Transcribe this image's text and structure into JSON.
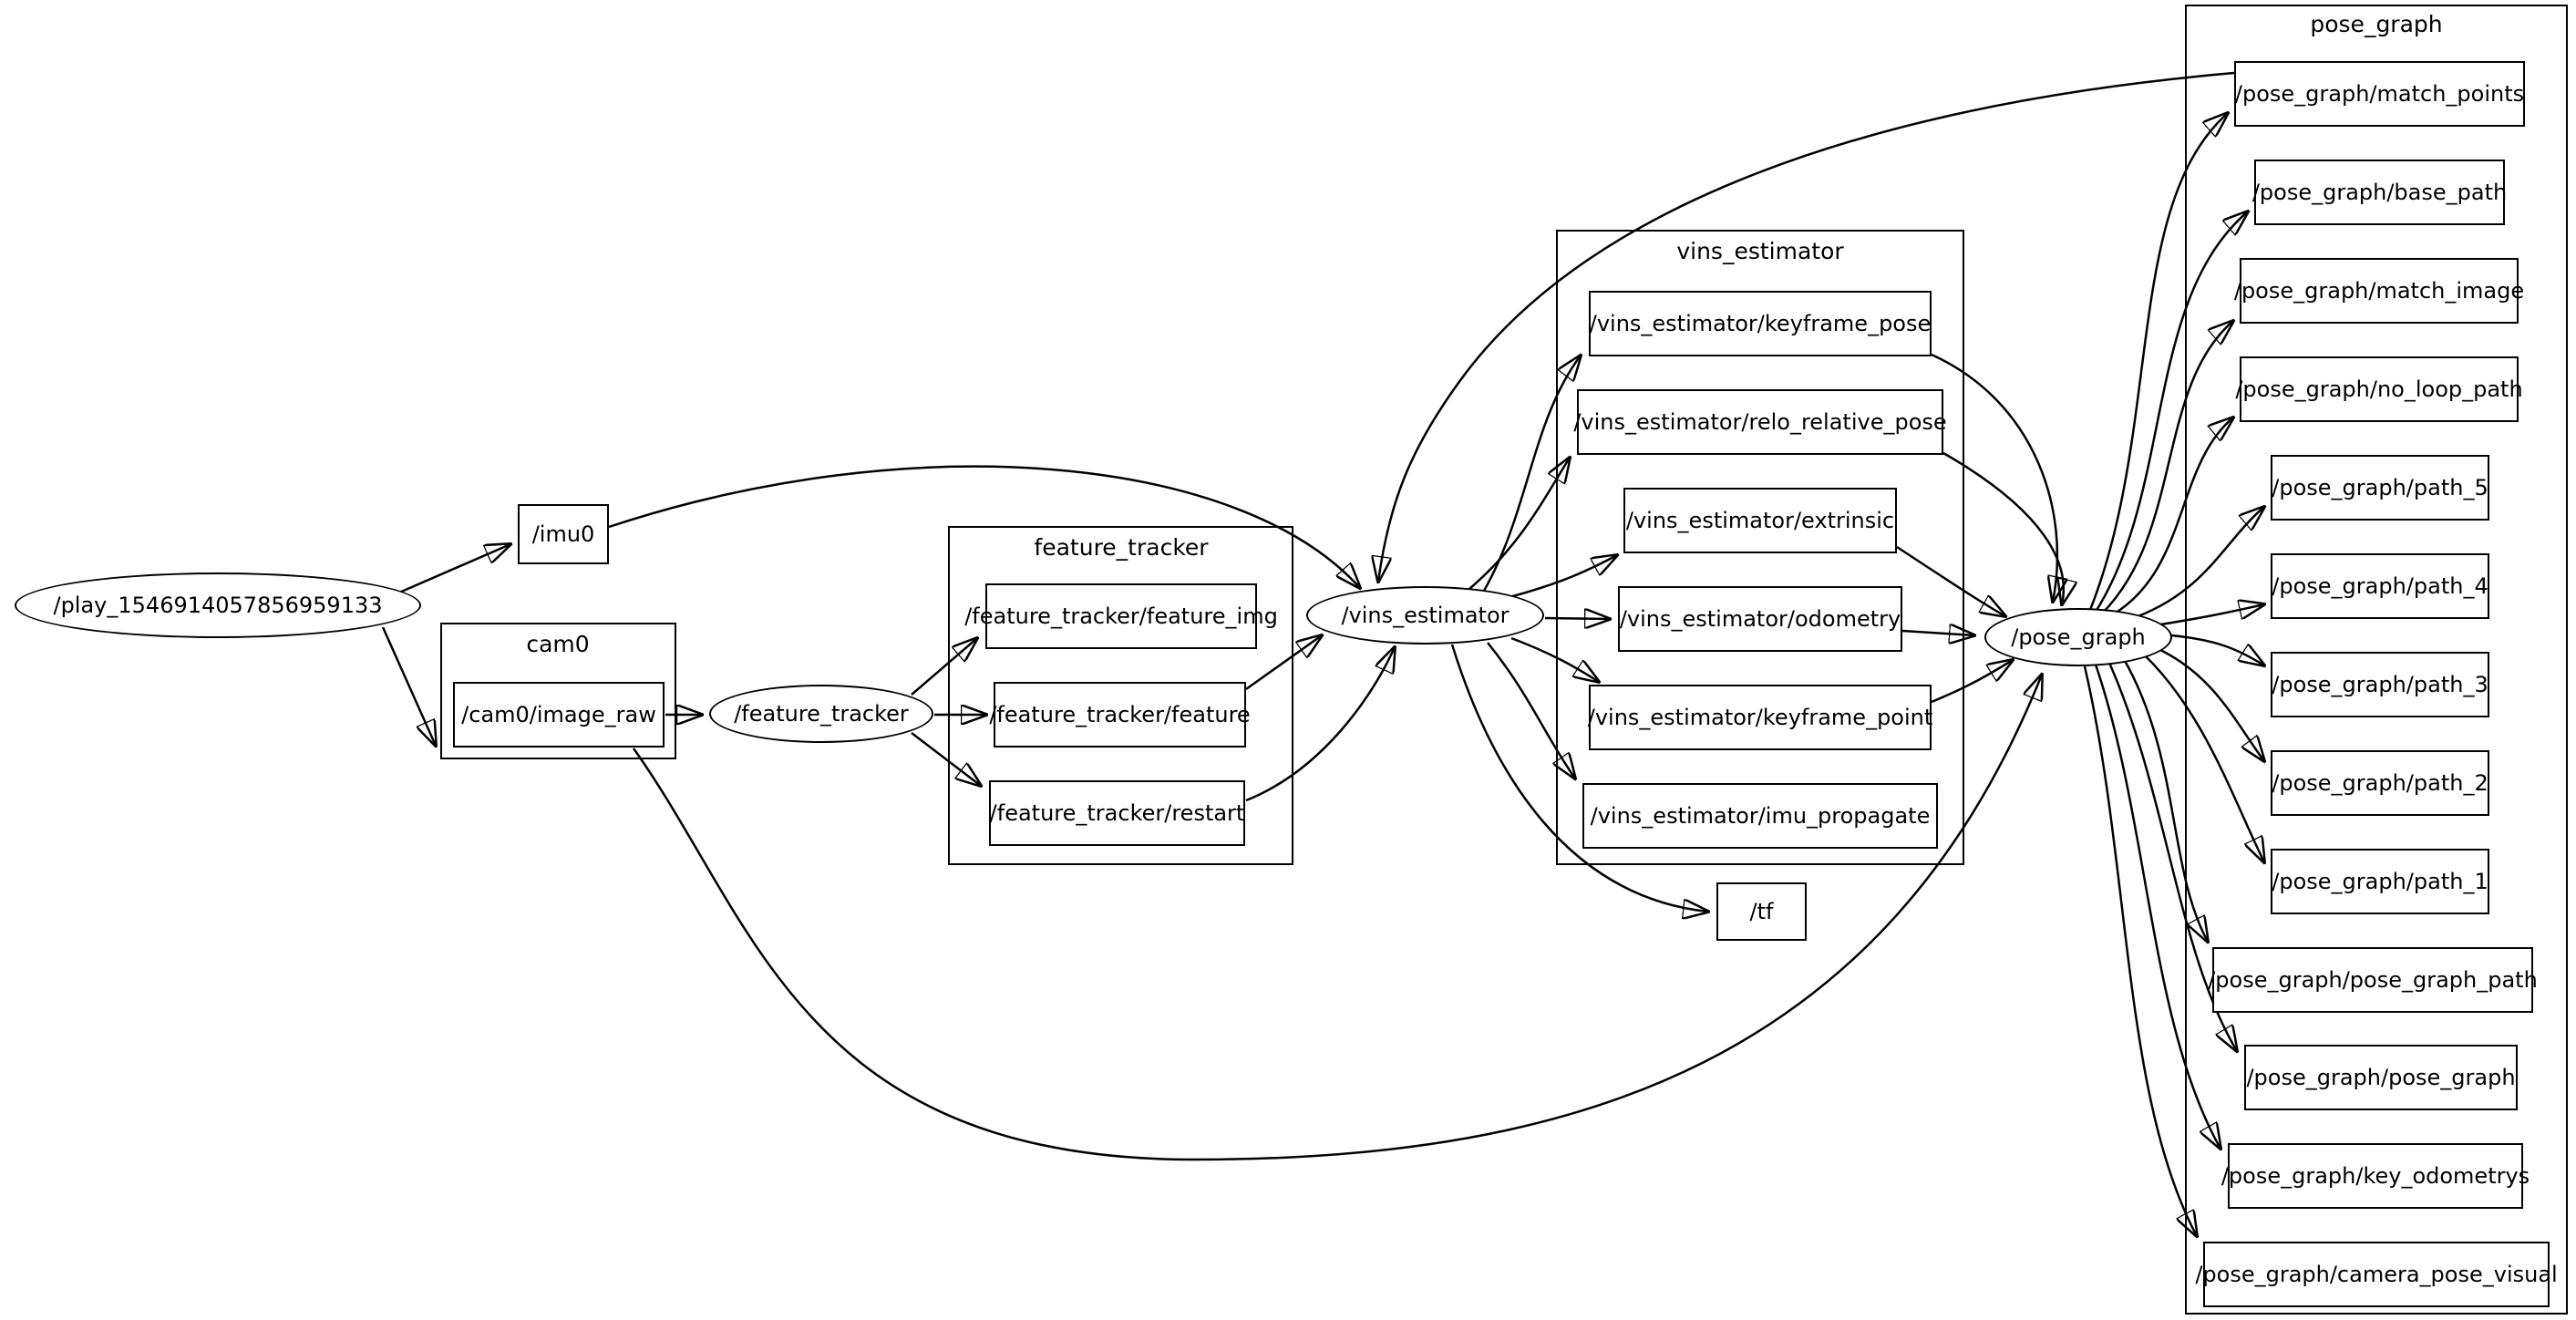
{
  "graph_tool": "rqt_graph",
  "colors": {
    "background": "#ffffff",
    "stroke": "#000000",
    "text": "#000000"
  },
  "nodes": {
    "play": "/play_1546914057856959133",
    "feature_tracker": "/feature_tracker",
    "vins_estimator": "/vins_estimator",
    "pose_graph": "/pose_graph"
  },
  "clusters": {
    "cam0": {
      "label": "cam0"
    },
    "feature_tracker": {
      "label": "feature_tracker"
    },
    "vins_estimator": {
      "label": "vins_estimator"
    },
    "pose_graph": {
      "label": "pose_graph"
    }
  },
  "topics": {
    "imu0": "/imu0",
    "cam0_image_raw": "/cam0/image_raw",
    "ft_feature_img": "/feature_tracker/feature_img",
    "ft_feature": "/feature_tracker/feature",
    "ft_restart": "/feature_tracker/restart",
    "ve_keyframe_pose": "/vins_estimator/keyframe_pose",
    "ve_relo_relative_pose": "/vins_estimator/relo_relative_pose",
    "ve_extrinsic": "/vins_estimator/extrinsic",
    "ve_odometry": "/vins_estimator/odometry",
    "ve_keyframe_point": "/vins_estimator/keyframe_point",
    "ve_imu_propagate": "/vins_estimator/imu_propagate",
    "tf": "/tf",
    "pg_match_points": "/pose_graph/match_points",
    "pg_base_path": "/pose_graph/base_path",
    "pg_match_image": "/pose_graph/match_image",
    "pg_no_loop_path": "/pose_graph/no_loop_path",
    "pg_path_5": "/pose_graph/path_5",
    "pg_path_4": "/pose_graph/path_4",
    "pg_path_3": "/pose_graph/path_3",
    "pg_path_2": "/pose_graph/path_2",
    "pg_path_1": "/pose_graph/path_1",
    "pg_pose_graph_path": "/pose_graph/pose_graph_path",
    "pg_pose_graph": "/pose_graph/pose_graph",
    "pg_key_odometrys": "/pose_graph/key_odometrys",
    "pg_camera_pose_visual": "/pose_graph/camera_pose_visual"
  },
  "edges": [
    {
      "from": "/play_1546914057856959133",
      "to": "/imu0"
    },
    {
      "from": "/play_1546914057856959133",
      "to": "/cam0/image_raw"
    },
    {
      "from": "/imu0",
      "to": "/vins_estimator"
    },
    {
      "from": "/cam0/image_raw",
      "to": "/feature_tracker"
    },
    {
      "from": "/cam0/image_raw",
      "to": "/pose_graph"
    },
    {
      "from": "/feature_tracker",
      "to": "/feature_tracker/feature_img"
    },
    {
      "from": "/feature_tracker",
      "to": "/feature_tracker/feature"
    },
    {
      "from": "/feature_tracker",
      "to": "/feature_tracker/restart"
    },
    {
      "from": "/feature_tracker/feature",
      "to": "/vins_estimator"
    },
    {
      "from": "/feature_tracker/restart",
      "to": "/vins_estimator"
    },
    {
      "from": "/vins_estimator",
      "to": "/vins_estimator/keyframe_pose"
    },
    {
      "from": "/vins_estimator",
      "to": "/vins_estimator/relo_relative_pose"
    },
    {
      "from": "/vins_estimator",
      "to": "/vins_estimator/extrinsic"
    },
    {
      "from": "/vins_estimator",
      "to": "/vins_estimator/odometry"
    },
    {
      "from": "/vins_estimator",
      "to": "/vins_estimator/keyframe_point"
    },
    {
      "from": "/vins_estimator",
      "to": "/vins_estimator/imu_propagate"
    },
    {
      "from": "/vins_estimator",
      "to": "/tf"
    },
    {
      "from": "/vins_estimator/keyframe_pose",
      "to": "/pose_graph"
    },
    {
      "from": "/vins_estimator/relo_relative_pose",
      "to": "/pose_graph"
    },
    {
      "from": "/vins_estimator/extrinsic",
      "to": "/pose_graph"
    },
    {
      "from": "/vins_estimator/odometry",
      "to": "/pose_graph"
    },
    {
      "from": "/vins_estimator/keyframe_point",
      "to": "/pose_graph"
    },
    {
      "from": "/pose_graph/match_points",
      "to": "/vins_estimator"
    },
    {
      "from": "/pose_graph",
      "to": "/pose_graph/match_points"
    },
    {
      "from": "/pose_graph",
      "to": "/pose_graph/base_path"
    },
    {
      "from": "/pose_graph",
      "to": "/pose_graph/match_image"
    },
    {
      "from": "/pose_graph",
      "to": "/pose_graph/no_loop_path"
    },
    {
      "from": "/pose_graph",
      "to": "/pose_graph/path_5"
    },
    {
      "from": "/pose_graph",
      "to": "/pose_graph/path_4"
    },
    {
      "from": "/pose_graph",
      "to": "/pose_graph/path_3"
    },
    {
      "from": "/pose_graph",
      "to": "/pose_graph/path_2"
    },
    {
      "from": "/pose_graph",
      "to": "/pose_graph/path_1"
    },
    {
      "from": "/pose_graph",
      "to": "/pose_graph/pose_graph_path"
    },
    {
      "from": "/pose_graph",
      "to": "/pose_graph/pose_graph"
    },
    {
      "from": "/pose_graph",
      "to": "/pose_graph/key_odometrys"
    },
    {
      "from": "/pose_graph",
      "to": "/pose_graph/camera_pose_visual"
    }
  ]
}
